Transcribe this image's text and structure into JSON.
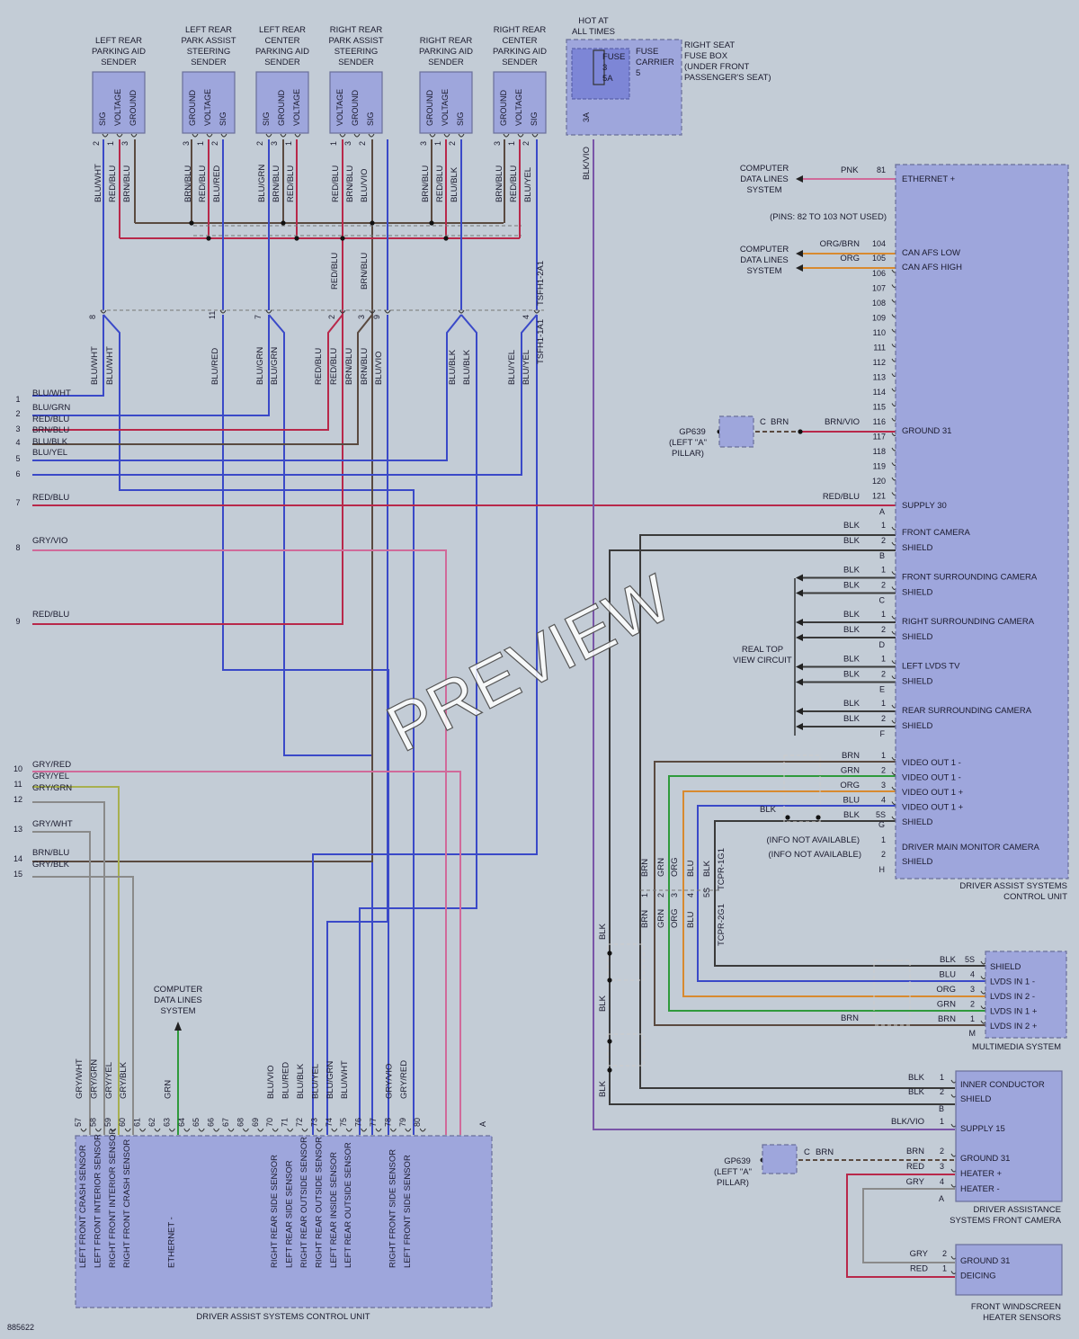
{
  "diagram_id": "885622",
  "watermark": "PREVIEW",
  "colors": {
    "background": "#c3ccd6",
    "box_fill": "#9ea6dc",
    "wire_blue": "#3a49c8",
    "wire_red": "#b8284a",
    "wire_brown": "#5a4a40",
    "wire_gray": "#8a8a8a",
    "wire_black": "#3a3a3a",
    "wire_green": "#2f9a3c",
    "wire_orange": "#d88a30",
    "wire_pink": "#d06a9a",
    "wire_violet": "#7a55a8",
    "wire_yellowgreen": "#a8b050"
  },
  "power": {
    "hot_label": "HOT AT ALL TIMES",
    "fuse_box": "RIGHT SEAT FUSE BOX (UNDER FRONT PASSENGER'S SEAT)",
    "fuse_lines": [
      "FUSE",
      "3",
      "5A"
    ],
    "carrier": "FUSE CARRIER",
    "carrier_num": "5",
    "fuse_pin": "3A",
    "fuse_wire": "BLK/VIO"
  },
  "sensors": [
    {
      "title": [
        "LEFT REAR",
        "PARKING AID",
        "SENDER"
      ],
      "pins": [
        "SIG",
        "VOLTAGE",
        "GROUND"
      ],
      "pin_nums": [
        "2",
        "1",
        "3"
      ],
      "wires": [
        "BLU/WHT",
        "RED/BLU",
        "BRN/BLU"
      ]
    },
    {
      "title": [
        "LEFT REAR",
        "PARK ASSIST",
        "STEERING",
        "SENDER"
      ],
      "pins": [
        "GROUND",
        "VOLTAGE",
        "SIG"
      ],
      "pin_nums": [
        "3",
        "1",
        "2"
      ],
      "wires": [
        "BRN/BLU",
        "RED/BLU",
        "BLU/RED"
      ]
    },
    {
      "title": [
        "LEFT REAR",
        "CENTER",
        "PARKING AID",
        "SENDER"
      ],
      "pins": [
        "SIG",
        "GROUND",
        "VOLTAGE"
      ],
      "pin_nums": [
        "2",
        "3",
        "1"
      ],
      "wires": [
        "BLU/GRN",
        "BRN/BLU",
        "RED/BLU"
      ]
    },
    {
      "title": [
        "RIGHT REAR",
        "PARK ASSIST",
        "STEERING",
        "SENDER"
      ],
      "pins": [
        "VOLTAGE",
        "GROUND",
        "SIG"
      ],
      "pin_nums": [
        "1",
        "3",
        "2"
      ],
      "wires": [
        "RED/BLU",
        "BRN/BLU",
        "BLU/VIO"
      ]
    },
    {
      "title": [
        "RIGHT REAR",
        "PARKING AID",
        "SENDER"
      ],
      "pins": [
        "GROUND",
        "VOLTAGE",
        "SIG"
      ],
      "pin_nums": [
        "3",
        "1",
        "2"
      ],
      "wires": [
        "BRN/BLU",
        "RED/BLU",
        "BLU/BLK"
      ]
    },
    {
      "title": [
        "RIGHT REAR",
        "CENTER",
        "PARKING AID",
        "SENDER"
      ],
      "pins": [
        "GROUND",
        "VOLTAGE",
        "SIG"
      ],
      "pin_nums": [
        "3",
        "1",
        "2"
      ],
      "wires": [
        "BRN/BLU",
        "RED/BLU",
        "BLU/YEL"
      ]
    }
  ],
  "connector_mid": {
    "pins": [
      "8",
      "11",
      "7",
      "2",
      "3",
      "9",
      "",
      "4"
    ],
    "wires_above": [
      "RED/BLU",
      "BRN/BLU"
    ],
    "wires_below": [
      "BLU/WHT",
      "BLU/WHT",
      "BLU/RED",
      "BLU/GRN",
      "BLU/GRN",
      "RED/BLU",
      "RED/BLU",
      "BRN/BLU",
      "BRN/BLU",
      "BLU/VIO",
      "BLU/BLK",
      "BLU/BLK",
      "BLU/YEL",
      "BLU/YEL"
    ],
    "tsfh": [
      "TSFH1-2A1",
      "TSFH1-1A1"
    ]
  },
  "left_pins": [
    {
      "num": "1",
      "wire": "BLU/WHT"
    },
    {
      "num": "2",
      "wire": "BLU/GRN"
    },
    {
      "num": "",
      "wire": "RED/BLU"
    },
    {
      "num": "3",
      "wire": "BRN/BLU"
    },
    {
      "num": "4",
      "wire": "BLU/BLK"
    },
    {
      "num": "5",
      "wire": "BLU/YEL"
    },
    {
      "num": "6",
      "wire": ""
    },
    {
      "num": "7",
      "wire": "RED/BLU"
    },
    {
      "num": "8",
      "wire": "GRY/VIO"
    },
    {
      "num": "9",
      "wire": "RED/BLU"
    },
    {
      "num": "10",
      "wire": "GRY/RED"
    },
    {
      "num": "",
      "wire": "GRY/YEL"
    },
    {
      "num": "11",
      "wire": "GRY/GRN"
    },
    {
      "num": "12",
      "wire": ""
    },
    {
      "num": "13",
      "wire": "GRY/WHT"
    },
    {
      "num": "14",
      "wire": "BRN/BLU"
    },
    {
      "num": "",
      "wire": "GRY/BLK"
    },
    {
      "num": "15",
      "wire": ""
    }
  ],
  "ctrl_right": {
    "title": [
      "DRIVER ASSIST SYSTEMS",
      "CONTROL UNIT"
    ],
    "computer_label": [
      "COMPUTER",
      "DATA LINES",
      "SYSTEM"
    ],
    "eth_wire": "PNK",
    "eth_pin": "81",
    "eth_label": "ETHERNET +",
    "unused": "(PINS: 82 TO 103 NOT USED)",
    "can_wires": [
      "ORG/BRN",
      "ORG"
    ],
    "can_pins": [
      "104",
      "105"
    ],
    "can_labels": [
      "CAN AFS LOW",
      "CAN AFS HIGH"
    ],
    "pins_seq": [
      "106",
      "107",
      "108",
      "109",
      "110",
      "111",
      "112",
      "113",
      "114",
      "115",
      "116",
      "117",
      "118",
      "119",
      "120",
      "121"
    ],
    "gp": "GP639",
    "gp_loc": [
      "(LEFT \"A\"",
      "PILLAR)"
    ],
    "c": "C",
    "c_wire": "BRN",
    "ground_wire": "BRN/VIO",
    "ground_label": "GROUND 31",
    "supply_wire": "RED/BLU",
    "supply_label": "SUPPLY 30",
    "conn_A": "A",
    "sections": [
      {
        "wires": [
          "BLK",
          "BLK"
        ],
        "pins": [
          "1",
          "2"
        ],
        "labels": [
          "FRONT CAMERA",
          "SHIELD"
        ],
        "conn": "B"
      },
      {
        "wires": [
          "BLK",
          "BLK"
        ],
        "pins": [
          "1",
          "2"
        ],
        "labels": [
          "FRONT SURROUNDING CAMERA",
          "SHIELD"
        ],
        "conn": "C"
      },
      {
        "wires": [
          "BLK",
          "BLK"
        ],
        "pins": [
          "1",
          "2"
        ],
        "labels": [
          "RIGHT SURROUNDING CAMERA",
          "SHIELD"
        ],
        "conn": "D"
      },
      {
        "wires": [
          "BLK",
          "BLK"
        ],
        "pins": [
          "1",
          "2"
        ],
        "labels": [
          "LEFT LVDS TV",
          "SHIELD"
        ],
        "conn": "E"
      },
      {
        "wires": [
          "BLK",
          "BLK"
        ],
        "pins": [
          "1",
          "2"
        ],
        "labels": [
          "REAR SURROUNDING CAMERA",
          "SHIELD"
        ],
        "conn": "F"
      }
    ],
    "real_top": [
      "REAL TOP",
      "VIEW CIRCUIT"
    ],
    "video": {
      "wires": [
        "BRN",
        "GRN",
        "ORG",
        "BLU",
        "BLK"
      ],
      "pins": [
        "1",
        "2",
        "3",
        "4",
        "5S"
      ],
      "labels": [
        "VIDEO OUT 1 -",
        "VIDEO OUT 1 -",
        "VIDEO OUT 1 +",
        "VIDEO OUT 1 +",
        "SHIELD"
      ],
      "conn": "G",
      "blk_left": "BLK"
    },
    "monitor": {
      "pins": [
        "1",
        "2"
      ],
      "labels": [
        "DRIVER MAIN MONITOR CAMERA",
        "SHIELD"
      ],
      "info": [
        "(INFO NOT AVAILABLE)",
        "(INFO NOT AVAILABLE)"
      ],
      "conn": "H"
    }
  },
  "mid_vert": {
    "wires_top": [
      "BRN",
      "GRN",
      "ORG",
      "BLU",
      "BLK"
    ],
    "pins": [
      "1",
      "2",
      "3",
      "4",
      "5S"
    ],
    "wires_bottom": [
      "BRN",
      "GRN",
      "ORG",
      "BLU"
    ],
    "tcpr": [
      "TCPR-2G1",
      "TCPR-1G1"
    ],
    "blk_labels": [
      "BLK",
      "BLK",
      "BLK"
    ]
  },
  "multimedia": {
    "title": "MULTIMEDIA SYSTEM",
    "wires": [
      "BLK",
      "BLU",
      "ORG",
      "GRN",
      "BRN"
    ],
    "pins": [
      "5S",
      "4",
      "3",
      "2",
      "1"
    ],
    "labels": [
      "SHIELD",
      "LVDS IN 1 -",
      "LVDS IN 2 -",
      "LVDS IN 1 +",
      "LVDS IN 2 +"
    ],
    "conn": "M",
    "brn_left": "BRN"
  },
  "front_camera": {
    "title": [
      "DRIVER ASSISTANCE",
      "SYSTEMS FRONT CAMERA"
    ],
    "wires": [
      "BLK",
      "BLK",
      "BLK/VIO",
      "BRN",
      "RED",
      "GRY"
    ],
    "pins": [
      "1",
      "2",
      "1",
      "2",
      "3",
      "4"
    ],
    "labels": [
      "INNER CONDUCTOR",
      "SHIELD",
      "SUPPLY 15",
      "GROUND 31",
      "HEATER +",
      "HEATER -"
    ],
    "conns": [
      "B",
      "A"
    ],
    "gp": "GP639",
    "gp_loc": [
      "(LEFT \"A\"",
      "PILLAR)"
    ],
    "c": "C",
    "c_wire": "BRN"
  },
  "heater": {
    "title": [
      "FRONT WINDSCREEN",
      "HEATER SENSORS"
    ],
    "wires": [
      "GRY",
      "RED"
    ],
    "pins": [
      "2",
      "1"
    ],
    "labels": [
      "GROUND 31",
      "DEICING"
    ]
  },
  "bottom_unit": {
    "title": "DRIVER ASSIST SYSTEMS CONTROL UNIT",
    "computer_label": [
      "COMPUTER",
      "DATA LINES",
      "SYSTEM"
    ],
    "pins": [
      "57",
      "58",
      "59",
      "60",
      "61",
      "62",
      "63",
      "64",
      "65",
      "66",
      "67",
      "68",
      "69",
      "70",
      "71",
      "72",
      "73",
      "74",
      "75",
      "76",
      "77",
      "78",
      "79",
      "80"
    ],
    "conn": "A",
    "wires": [
      {
        "pin": "57",
        "wire": "GRY/WHT"
      },
      {
        "pin": "58",
        "wire": "GRY/GRN"
      },
      {
        "pin": "59",
        "wire": "GRY/YEL"
      },
      {
        "pin": "60",
        "wire": "GRY/BLK"
      },
      {
        "pin": "63",
        "wire": "GRN"
      },
      {
        "pin": "70",
        "wire": "BLU/VIO"
      },
      {
        "pin": "71",
        "wire": "BLU/RED"
      },
      {
        "pin": "72",
        "wire": "BLU/BLK"
      },
      {
        "pin": "73",
        "wire": "BLU/YEL"
      },
      {
        "pin": "74",
        "wire": "BLU/GRN"
      },
      {
        "pin": "75",
        "wire": "BLU/WHT"
      },
      {
        "pin": "78",
        "wire": "GRY/VIO"
      },
      {
        "pin": "79",
        "wire": "GRY/RED"
      }
    ],
    "labels": [
      {
        "pin": "57",
        "text": "LEFT FRONT CRASH SENSOR"
      },
      {
        "pin": "58",
        "text": "LEFT FRONT INTERIOR SENSOR"
      },
      {
        "pin": "59",
        "text": "RIGHT FRONT INTERIOR SENSOR"
      },
      {
        "pin": "60",
        "text": "RIGHT FRONT CRASH SENSOR"
      },
      {
        "pin": "63",
        "text": "ETHERNET -"
      },
      {
        "pin": "70",
        "text": "RIGHT REAR SIDE SENSOR"
      },
      {
        "pin": "71",
        "text": "LEFT REAR SIDE SENSOR"
      },
      {
        "pin": "72",
        "text": "RIGHT REAR OUTSIDE SENSOR"
      },
      {
        "pin": "73",
        "text": "RIGHT REAR OUTSIDE SENSOR"
      },
      {
        "pin": "74",
        "text": "LEFT REAR INSIDE SENSOR"
      },
      {
        "pin": "75",
        "text": "LEFT REAR OUTSIDE SENSOR"
      },
      {
        "pin": "78",
        "text": "RIGHT FRONT SIDE SENSOR"
      },
      {
        "pin": "79",
        "text": "LEFT FRONT SIDE SENSOR"
      }
    ]
  }
}
